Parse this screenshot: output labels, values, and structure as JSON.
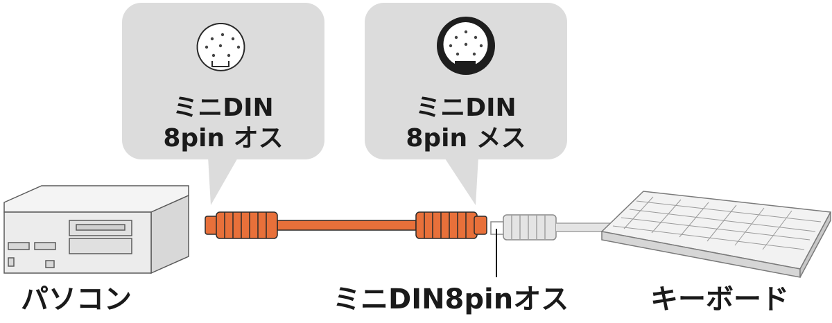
{
  "callouts": [
    {
      "line1": "ミニDIN",
      "line2": "8pin オス"
    },
    {
      "line1": "ミニDIN",
      "line2": "8pin メス"
    }
  ],
  "labels": {
    "pc": "パソコン",
    "connector": "ミニDIN8pinオス",
    "keyboard": "キーボード"
  },
  "colors": {
    "bubble": "#dcdcdc",
    "cable": "#e8703a",
    "cable_outline": "#2a2a2a",
    "device": "#e6e6e6",
    "text": "#1a1a1a"
  }
}
